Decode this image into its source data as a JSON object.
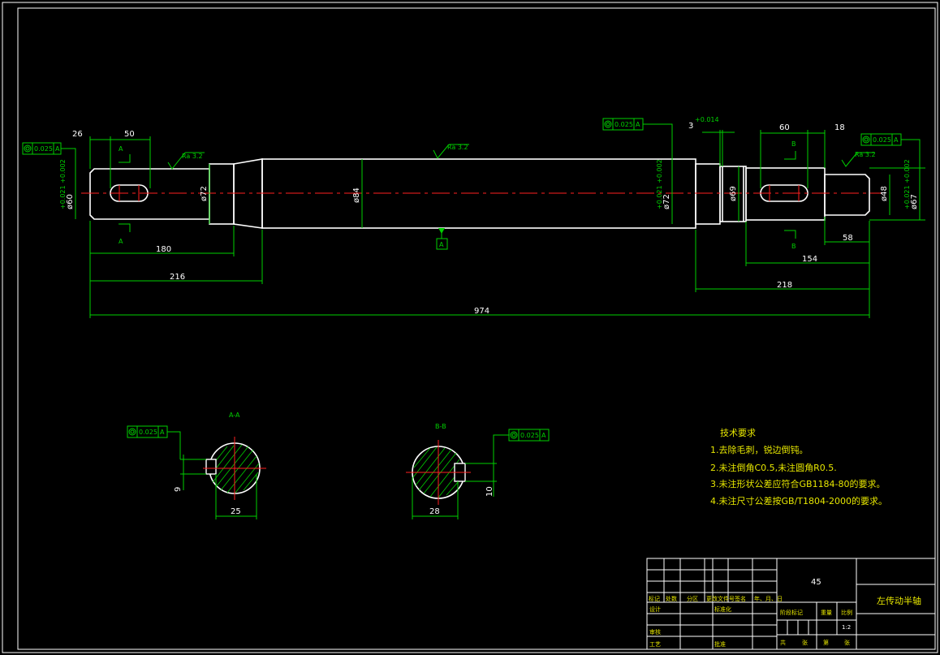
{
  "dimensions": {
    "len_26": "26",
    "len_50": "50",
    "len_180": "180",
    "len_216": "216",
    "len_974": "974",
    "len_60": "60",
    "len_18": "18",
    "len_58": "58",
    "len_154": "154",
    "len_218": "218",
    "len_3": "3",
    "tol_3": "+0.014",
    "dia_60": "ø60",
    "dia_60_tol": "+0.021 +0.002",
    "dia_72a": "ø72",
    "dia_84": "ø84",
    "dia_72b": "ø72",
    "dia_72b_tol": "+0.021 +0.002",
    "dia_69": "ø69",
    "dia_48": "ø48",
    "dia_67": "ø67",
    "dia_67_tol": "+0.021 +0.002",
    "sec_a_width": "25",
    "sec_a_depth": "9",
    "sec_b_width": "28",
    "sec_b_depth": "10"
  },
  "roughness": {
    "left": "Ra 3.2",
    "middle": "Ra 3.2",
    "right": "Ra 3.2"
  },
  "tolerance_frames": {
    "left_value": "0.025",
    "left_datum": "A",
    "mid_value": "0.025",
    "mid_datum": "A",
    "right_value": "0.025",
    "right_datum": "A",
    "sec_a_value": "0.025",
    "sec_a_datum": "A",
    "sec_b_value": "0.025",
    "sec_b_datum": "A"
  },
  "datum_label": "A",
  "section_markers": {
    "a": "A",
    "b": "B",
    "view_a": "A-A",
    "view_b": "B-B"
  },
  "tech_requirements": {
    "title": "技术要求",
    "items": [
      "1.去除毛刺，锐边倒钝。",
      "2.未注倒角C0.5,未注圆角R0.5.",
      "3.未注形状公差应符合GB1184-80的要求。",
      "4.未注尺寸公差按GB/T1804-2000的要求。"
    ]
  },
  "title_block": {
    "material": "45",
    "part_name": "左传动半轴",
    "scale": "1:2",
    "headers": [
      "标记",
      "处数",
      "分区",
      "更改文件号",
      "签名",
      "年、月、日"
    ],
    "row_design": "设计",
    "row_standard": "标准化",
    "row_review": "审核",
    "row_process": "工艺",
    "row_approve": "批准",
    "stage_mark": "阶段标记",
    "weight": "重量",
    "scale_label": "比例",
    "sheet_total": "共",
    "sheet_unit": "张",
    "sheet_no": "第",
    "sheet_unit2": "张"
  }
}
